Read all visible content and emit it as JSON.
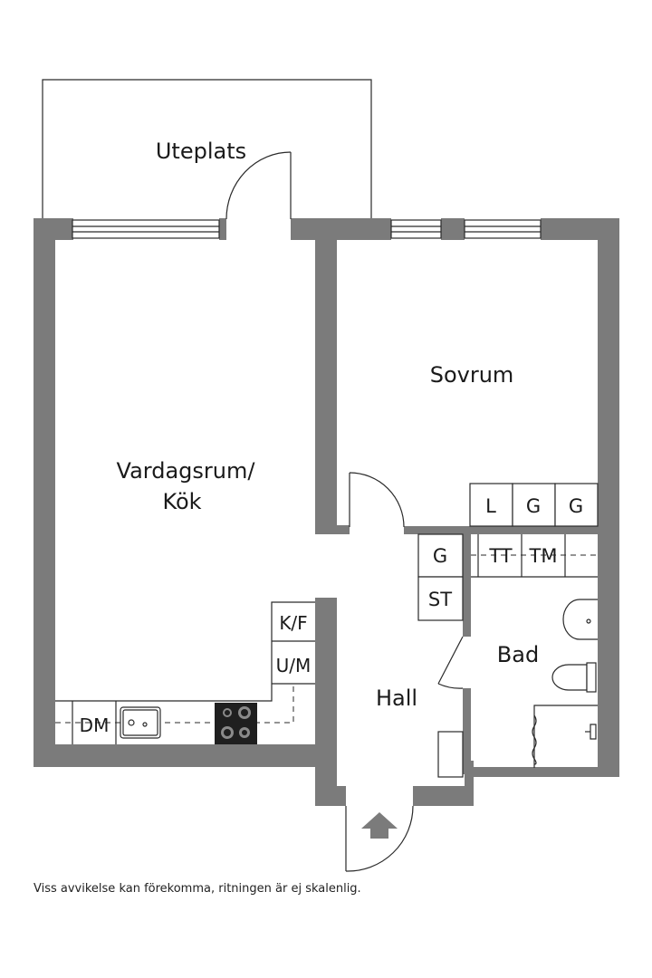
{
  "rooms": {
    "uteplats": "Uteplats",
    "sovrum": "Sovrum",
    "vardagsrum_line1": "Vardagsrum/",
    "vardagsrum_line2": "Kök",
    "hall": "Hall",
    "bad": "Bad"
  },
  "fixtures": {
    "l": "L",
    "g1": "G",
    "g2": "G",
    "g_hall": "G",
    "st": "ST",
    "tt": "TT",
    "tm": "TM",
    "kf": "K/F",
    "um": "U/M",
    "dm": "DM"
  },
  "icons": [
    "window-icon",
    "door-swing-icon",
    "sink-icon",
    "stove-icon",
    "toilet-icon",
    "washbasin-icon",
    "shower-icon",
    "entrance-arrow-icon"
  ],
  "colors": {
    "wall": "#7b7b7b",
    "line": "#2a2a2a",
    "background": "#ffffff"
  },
  "footer": {
    "disclaimer": "Viss avvikelse kan förekomma, ritningen är ej skalenlig."
  }
}
